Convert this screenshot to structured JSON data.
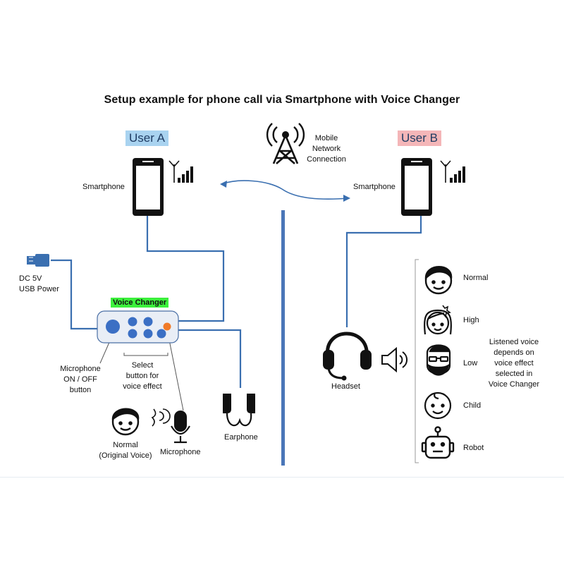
{
  "title": "Setup example for phone call via Smartphone with Voice Changer",
  "user_a": {
    "label": "User A",
    "smartphone_label": "Smartphone"
  },
  "user_b": {
    "label": "User B",
    "smartphone_label": "Smartphone"
  },
  "network": {
    "label_lines": [
      "Mobile",
      "Network",
      "Connection"
    ]
  },
  "power": {
    "label_lines": [
      "DC 5V",
      "USB Power"
    ]
  },
  "voice_changer": {
    "label": "Voice Changer"
  },
  "mic_button": {
    "label_lines": [
      "Microphone",
      "ON / OFF",
      "button"
    ]
  },
  "select_button": {
    "label_lines": [
      "Select",
      "button for",
      "voice effect"
    ]
  },
  "original_voice": {
    "label_lines": [
      "Normal",
      "(Original Voice)"
    ]
  },
  "microphone": {
    "label": "Microphone"
  },
  "earphone": {
    "label": "Earphone"
  },
  "headset": {
    "label": "Headset"
  },
  "voice_effects": [
    {
      "label": "Normal",
      "icon": "normal-face-icon"
    },
    {
      "label": "High",
      "icon": "girl-face-icon"
    },
    {
      "label": "Low",
      "icon": "bearded-man-face-icon"
    },
    {
      "label": "Child",
      "icon": "child-face-icon"
    },
    {
      "label": "Robot",
      "icon": "robot-face-icon"
    }
  ],
  "effect_note_lines": [
    "Listened voice",
    "depends on",
    "voice effect",
    "selected in",
    "Voice Changer"
  ],
  "colors": {
    "line_blue": "#3a6fb0",
    "divider_blue": "#4a76b8",
    "user_a_bg": "#a9d3f0",
    "user_b_bg": "#f4b6b8",
    "voice_changer_tag": "#3cf03c",
    "button_blue": "#3b6fc4",
    "button_orange": "#f07a28"
  }
}
